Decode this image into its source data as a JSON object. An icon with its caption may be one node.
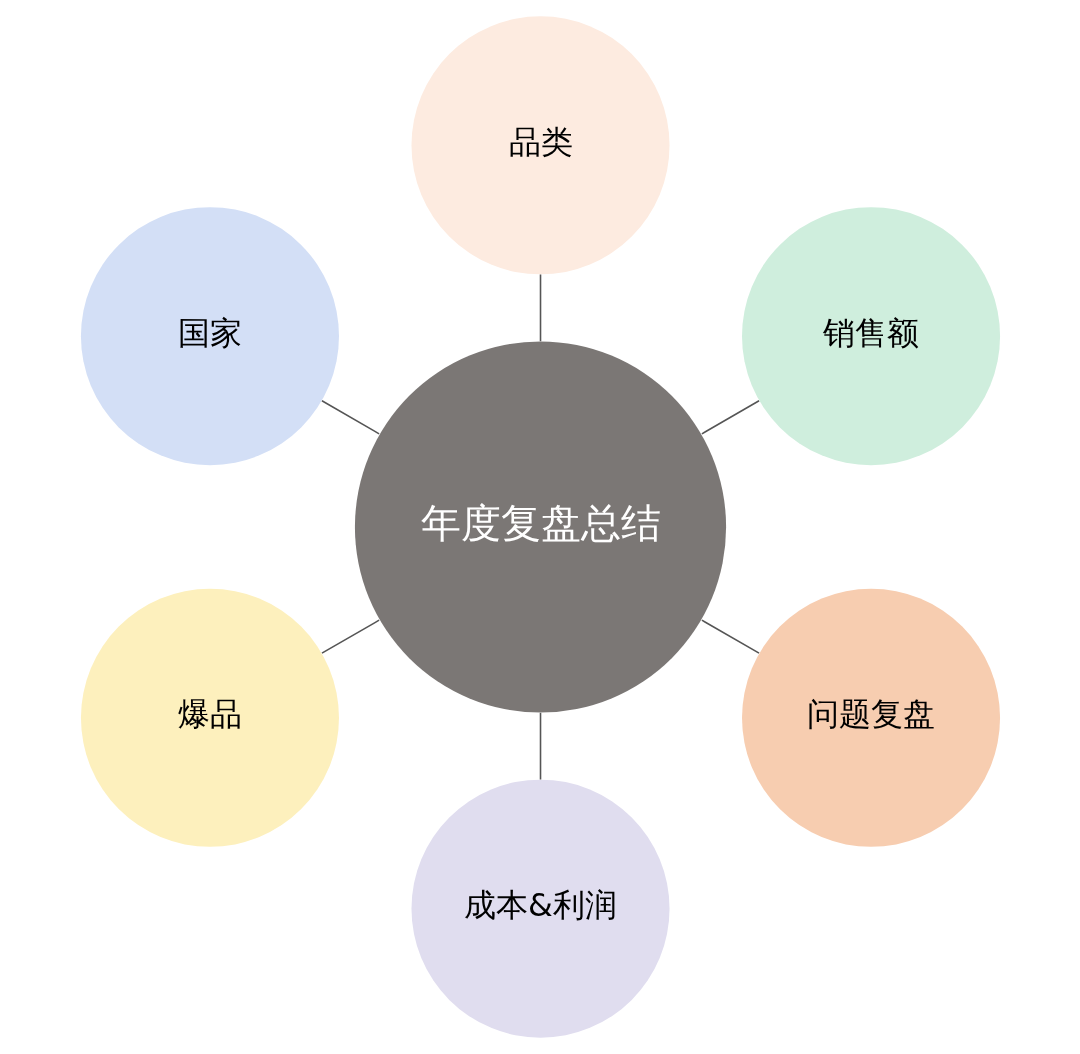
{
  "diagram": {
    "nodes": [
      {
        "text": [
          "年度复盘总结"
        ]
      },
      {
        "text": [
          "销售额"
        ]
      },
      {
        "text": [
          "品类"
        ]
      },
      {
        "text": [
          "国家"
        ]
      },
      {
        "text": [
          "爆品"
        ]
      },
      {
        "text": [
          "成本&利润"
        ]
      },
      {
        "text": [
          "问题复盘"
        ]
      }
    ],
    "edges": [
      {
        "from": 0,
        "to": 1,
        "arrow": "none"
      },
      {
        "from": 0,
        "to": 2,
        "arrow": "none"
      },
      {
        "from": 0,
        "to": 3,
        "arrow": "none"
      },
      {
        "from": 0,
        "to": 4,
        "arrow": "none"
      },
      {
        "from": 0,
        "to": 5,
        "arrow": "none"
      },
      {
        "from": 0,
        "to": 6,
        "arrow": "none"
      }
    ]
  }
}
